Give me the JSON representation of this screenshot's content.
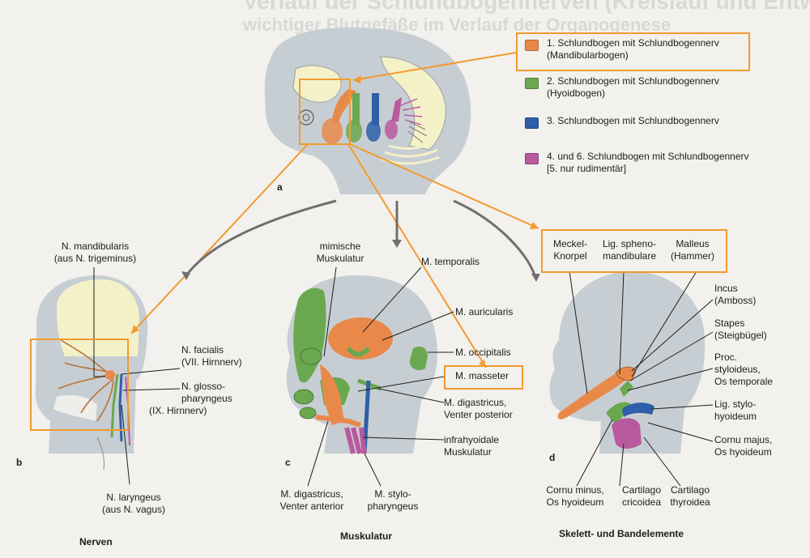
{
  "header": {
    "bleed_line1": "Verlauf der Schlundbogennerven (Kreislauf und Entwicklung)",
    "bleed_line2": "wichtiger Blutgefäße im Verlauf der Organogenese"
  },
  "legend": [
    {
      "line1": "1. Schlundbogen mit Schlundbogennerv",
      "line2": "(Mandibularbogen)",
      "color": "#e8894a"
    },
    {
      "line1": "2. Schlundbogen mit Schlundbogennerv",
      "line2": "(Hyoidbogen)",
      "color": "#6aa84f"
    },
    {
      "line1": "3. Schlundbogen mit Schlundbogennerv",
      "line2": "",
      "color": "#2e5fa8"
    },
    {
      "line1": "4. und 6. Schlundbogen mit Schlundbogennerv",
      "line2": "[5. nur rudimentär]",
      "color": "#b85a9e"
    }
  ],
  "panels": {
    "a": "a",
    "b": "b",
    "c": "c",
    "d": "d"
  },
  "nerves": {
    "mandibularis": [
      "N. mandibularis",
      "(aus N. trigeminus)"
    ],
    "facialis": [
      "N. facialis",
      "(VII. Hirnnerv)"
    ],
    "glosso": [
      "N. glosso-",
      "pharyngeus",
      "(IX. Hirnnerv)"
    ],
    "laryngeus": [
      "N. laryngeus",
      "(aus N. vagus)"
    ]
  },
  "muscles": {
    "mimische": [
      "mimische",
      "Muskulatur"
    ],
    "temporalis": "M. temporalis",
    "auricularis": "M. auricularis",
    "occipitalis": "M. occipitalis",
    "masseter": "M. masseter",
    "digastricus_post": [
      "M. digastricus,",
      "Venter posterior"
    ],
    "infrahyoidale": [
      "infrahyoidale",
      "Muskulatur"
    ],
    "digastricus_ant": [
      "M. digastricus,",
      "Venter anterior"
    ],
    "stylo": [
      "M. stylo-",
      "pharyngeus"
    ]
  },
  "skeleton": {
    "meckel": [
      "Meckel-",
      "Knorpel"
    ],
    "lig_spheno": [
      "Lig. spheno-",
      "mandibulare"
    ],
    "malleus": [
      "Malleus",
      "(Hammer)"
    ],
    "incus": [
      "Incus",
      "(Amboss)"
    ],
    "stapes": [
      "Stapes",
      "(Steigbügel)"
    ],
    "proc_styl": [
      "Proc.",
      "styloideus,",
      "Os temporale"
    ],
    "lig_stylo": [
      "Lig. stylo-",
      "hyoideum"
    ],
    "cornu_majus": [
      "Cornu majus,",
      "Os hyoideum"
    ],
    "cornu_minus": [
      "Cornu minus,",
      "Os hyoideum"
    ],
    "cricoidea": [
      "Cartilago",
      "cricoidea"
    ],
    "thyroidea": [
      "Cartilago",
      "thyroidea"
    ]
  },
  "sections": {
    "nerven": "Nerven",
    "muskulatur": "Muskulatur",
    "skelett": "Skelett- und Bandelemente"
  },
  "colors": {
    "orange": "#e8894a",
    "green": "#6aa84f",
    "blue": "#2e5fa8",
    "purple": "#b85a9e",
    "highlight": "#f39a2c",
    "skin": "#c7ced3"
  }
}
